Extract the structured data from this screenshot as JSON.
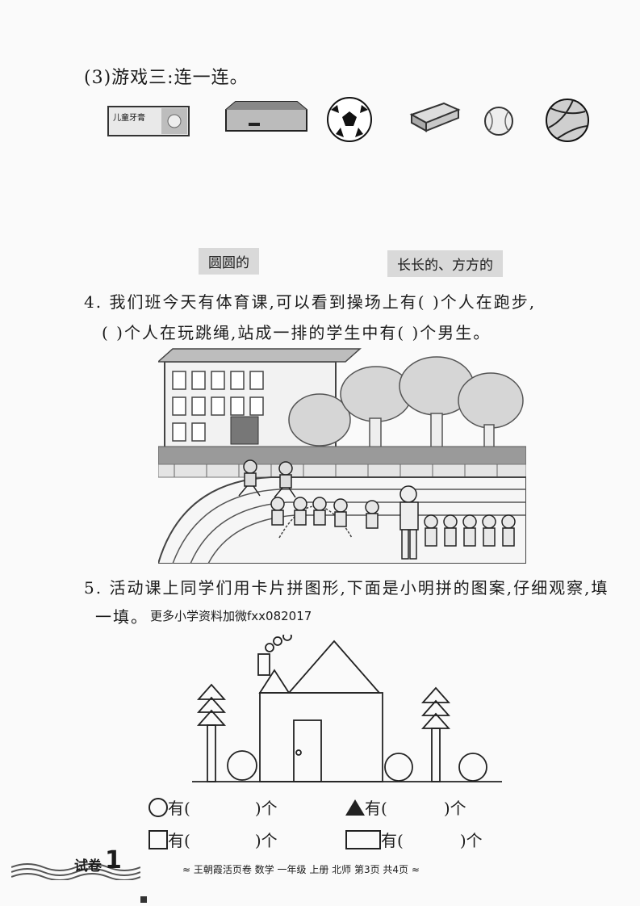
{
  "q3": {
    "title": "(3)游戏三:连一连。",
    "toothpaste_text": "儿童牙膏"
  },
  "sort_labels": {
    "round": "圆圆的",
    "long_square": "长长的、方方的"
  },
  "q4": {
    "line1": "4. 我们班今天有体育课,可以看到操场上有(          )个人在跑步,",
    "line2": "(          )个人在玩跳绳,站成一排的学生中有(          )个男生。"
  },
  "q5": {
    "line1": "5. 活动课上同学们用卡片拼图形,下面是小明拼的图案,仔细观察,填",
    "line2": "一填。",
    "note": "更多小学资料加微fxx082017"
  },
  "counts": {
    "circle": {
      "pre": "有(",
      "post": ")个"
    },
    "triangle": {
      "pre": "有(",
      "post": ")个"
    },
    "square": {
      "pre": "有(",
      "post": ")个"
    },
    "rectangle": {
      "pre": "有(",
      "post": ")个"
    }
  },
  "footer": {
    "badge_word": "试卷",
    "badge_num": "1",
    "text": "≈ 王朝霞活页卷  数学  一年级  上册  北师  第3页  共4页 ≈"
  }
}
